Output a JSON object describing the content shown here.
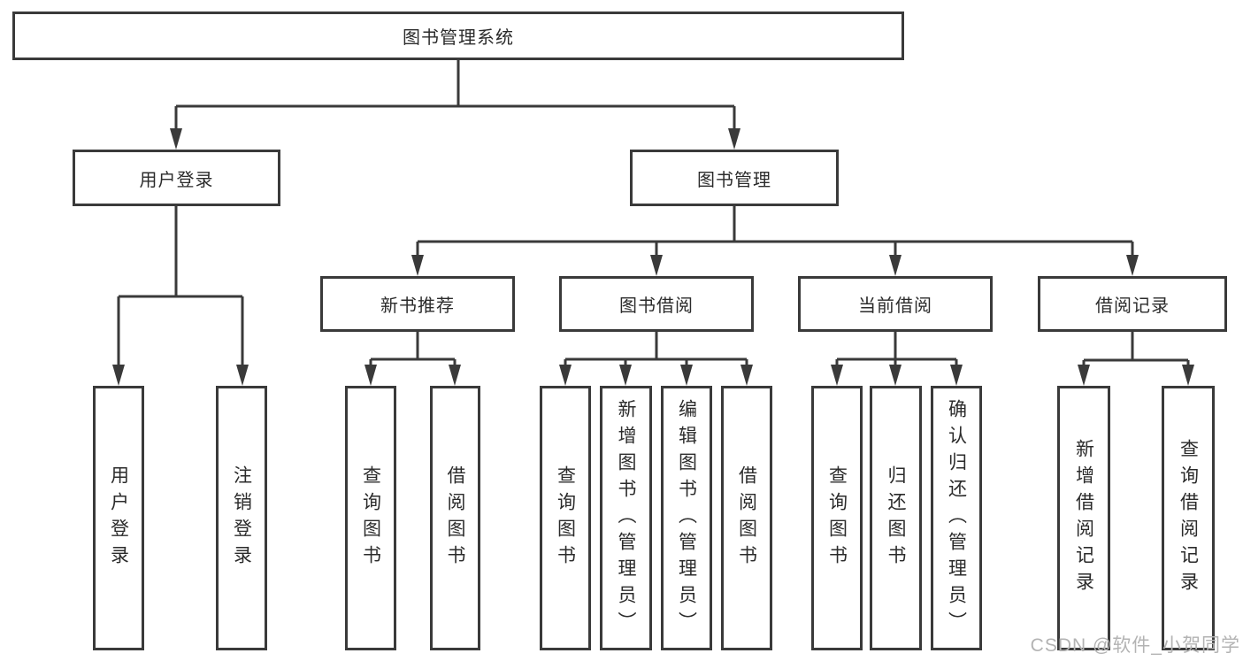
{
  "tree": {
    "root": {
      "label": "图书管理系统"
    },
    "branches": [
      {
        "label": "用户登录",
        "children": [
          {
            "label": "用户登录"
          },
          {
            "label": "注销登录"
          }
        ]
      },
      {
        "label": "图书管理",
        "children": [
          {
            "label": "新书推荐",
            "children": [
              {
                "label": "查询图书"
              },
              {
                "label": "借阅图书"
              }
            ]
          },
          {
            "label": "图书借阅",
            "children": [
              {
                "label": "查询图书"
              },
              {
                "label": "新增图书（管理员）"
              },
              {
                "label": "编辑图书（管理员）"
              },
              {
                "label": "借阅图书"
              }
            ]
          },
          {
            "label": "当前借阅",
            "children": [
              {
                "label": "查询图书"
              },
              {
                "label": "归还图书"
              },
              {
                "label": "确认归还（管理员）"
              }
            ]
          },
          {
            "label": "借阅记录",
            "children": [
              {
                "label": "新增借阅记录"
              },
              {
                "label": "查询借阅记录"
              }
            ]
          }
        ]
      }
    ]
  },
  "watermark": "CSDN @软件_小贺同学",
  "colors": {
    "line": "#3a3a3a",
    "box_border": "#3a3a3a",
    "text": "#2b2b2b",
    "watermark": "#b3b3b3",
    "background": "#ffffff"
  }
}
